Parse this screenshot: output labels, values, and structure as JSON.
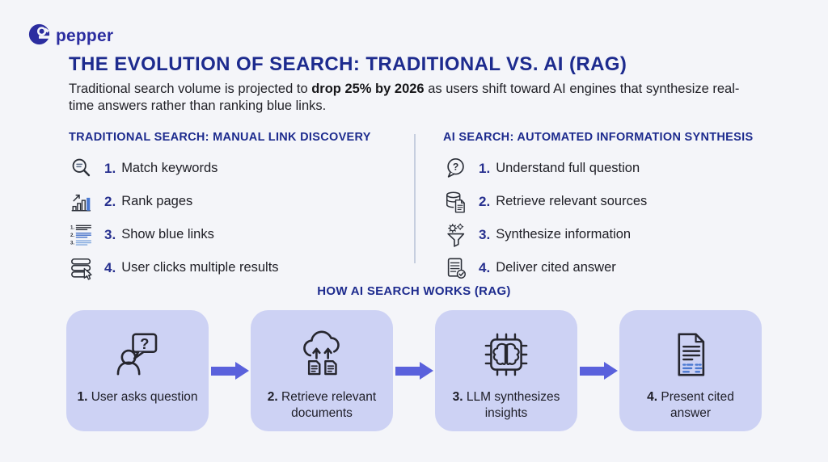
{
  "page": {
    "bg_color": "#f4f5f9",
    "accent_navy": "#1d2b8e",
    "card_bg": "#cdd2f4",
    "arrow_color": "#5a61dc",
    "icon_blue": "#4a78d0"
  },
  "logo": {
    "brand": "pepper"
  },
  "header": {
    "title": "THE EVOLUTION OF SEARCH: TRADITIONAL VS. AI (RAG)",
    "subtitle_pre": "Traditional search volume is projected to ",
    "subtitle_bold": "drop 25% by 2026",
    "subtitle_post": " as users shift toward AI engines that synthesize real-time answers rather than ranking blue links."
  },
  "columns": {
    "traditional": {
      "heading": "TRADITIONAL SEARCH: MANUAL LINK DISCOVERY",
      "items": [
        {
          "num": "1.",
          "label": "Match keywords",
          "icon": "magnifier-icon"
        },
        {
          "num": "2.",
          "label": "Rank pages",
          "icon": "bar-chart-icon"
        },
        {
          "num": "3.",
          "label": "Show blue links",
          "icon": "numbered-list-icon"
        },
        {
          "num": "4.",
          "label": "User clicks multiple results",
          "icon": "results-cursor-icon"
        }
      ]
    },
    "ai": {
      "heading": "AI SEARCH: AUTOMATED INFORMATION SYNTHESIS",
      "items": [
        {
          "num": "1.",
          "label": "Understand full question",
          "icon": "question-bubble-icon"
        },
        {
          "num": "2.",
          "label": "Retrieve relevant sources",
          "icon": "database-doc-icon"
        },
        {
          "num": "3.",
          "label": "Synthesize information",
          "icon": "funnel-gears-icon"
        },
        {
          "num": "4.",
          "label": "Deliver cited answer",
          "icon": "document-check-icon"
        }
      ]
    }
  },
  "flow": {
    "heading": "HOW AI SEARCH WORKS (RAG)",
    "steps": [
      {
        "num": "1.",
        "label": "User asks question",
        "icon": "user-question-icon"
      },
      {
        "num": "2.",
        "label": "Retrieve relevant documents",
        "icon": "cloud-docs-icon"
      },
      {
        "num": "3.",
        "label": "LLM synthesizes insights",
        "icon": "chip-brain-icon"
      },
      {
        "num": "4.",
        "label": "Present cited answer",
        "icon": "cited-document-icon"
      }
    ]
  },
  "icons": {
    "question_mark": "?",
    "list_numbers": [
      "1.",
      "2.",
      "3."
    ]
  }
}
